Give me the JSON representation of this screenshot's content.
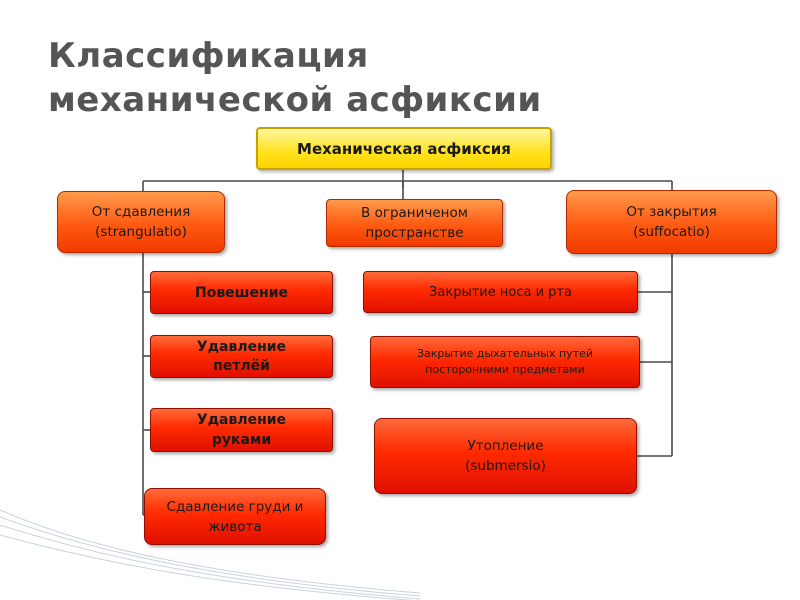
{
  "slide": {
    "title_line1": "Классификация",
    "title_line2": "механической асфиксии"
  },
  "diagram": {
    "root": "Механическая асфиксия",
    "categories": {
      "compression": "От сдавления (strangulatio)",
      "confined": "В ограниченом пространстве",
      "closure": "От закрытия (suffocatio)"
    },
    "compression_items": {
      "hanging": "Повешение",
      "loop": "Удавление петлёй",
      "hands": "Удавление руками",
      "chest": "Сдавление груди и живота"
    },
    "closure_items": {
      "nose_mouth": "Закрытие носа и рта",
      "airways": "Закрытие дыхательных путей посторонними предметами",
      "drowning": "Утопление (submersio)"
    }
  }
}
